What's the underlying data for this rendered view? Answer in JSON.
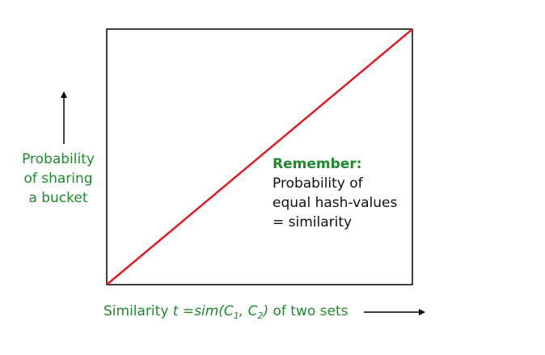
{
  "colors": {
    "frame": "#000000",
    "line": "#e31b23",
    "label": "#1f8a2c",
    "text": "#111111"
  },
  "chart_data": {
    "type": "line",
    "title": "",
    "ylabel_lines": [
      "Probability",
      "of sharing",
      "a bucket"
    ],
    "xlabel": {
      "prefix": "Similarity",
      "formula_t": "t",
      "formula_eq": "=sim(C",
      "sub1": "1",
      "formula_sep": ", C",
      "sub2": "2",
      "formula_close": ")",
      "suffix": "of two sets"
    },
    "xlim": [
      0,
      1
    ],
    "ylim": [
      0,
      1
    ],
    "grid": false,
    "series": [
      {
        "x": [
          0,
          1
        ],
        "y": [
          0,
          1
        ]
      }
    ],
    "annotation": {
      "heading": "Remember:",
      "lines": [
        "Probability of",
        "equal hash-values",
        "= similarity"
      ]
    }
  }
}
